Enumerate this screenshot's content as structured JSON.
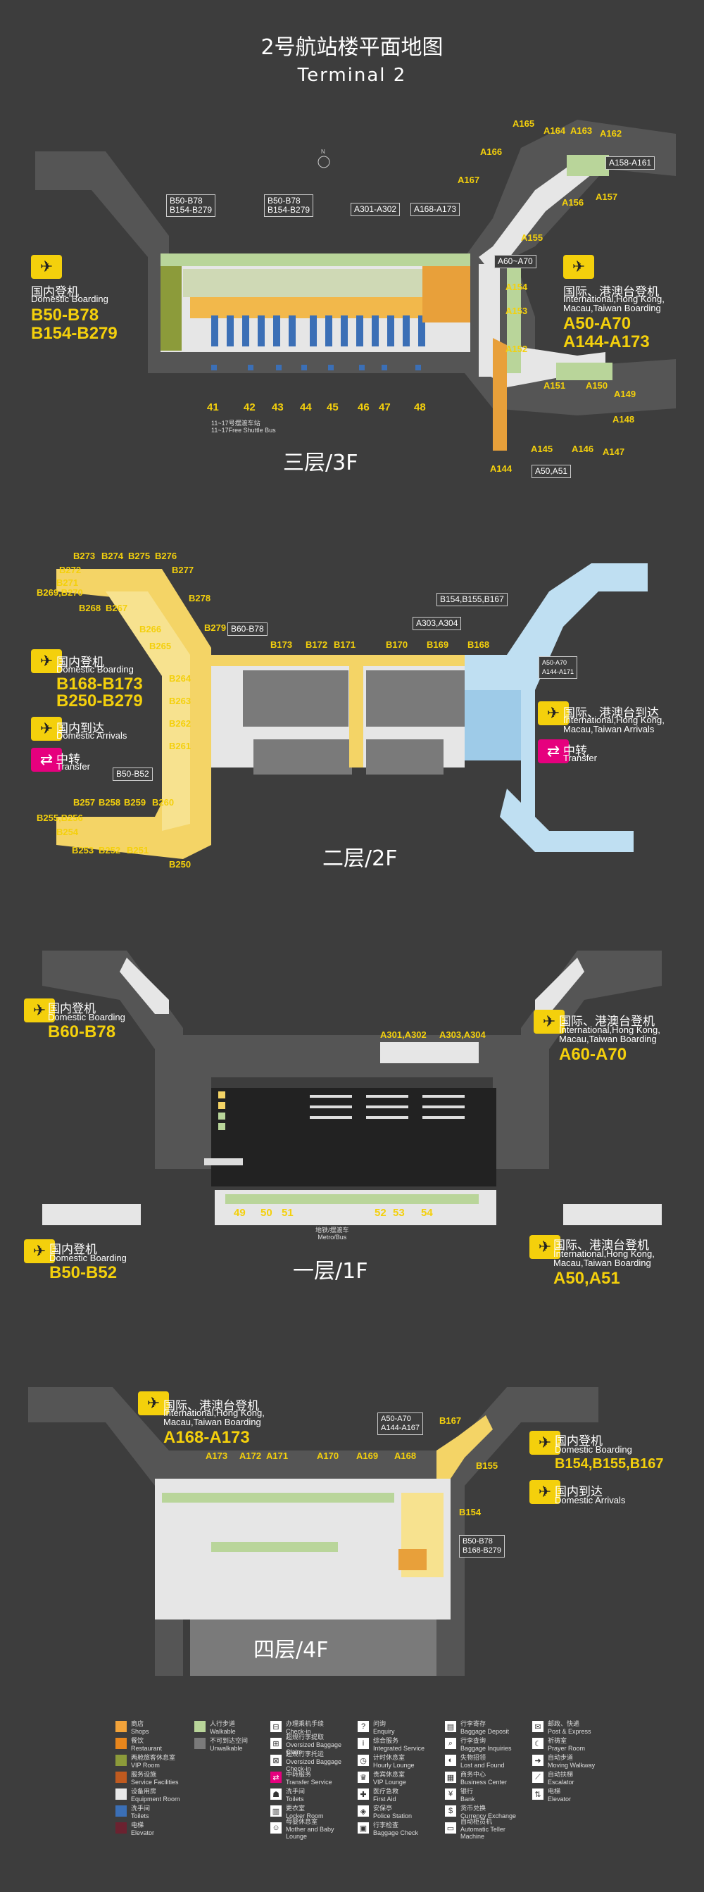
{
  "title": {
    "cn": "2号航站楼平面地图",
    "en": "Terminal 2"
  },
  "floors": {
    "f3": {
      "label": "三层/3F",
      "left_block": {
        "cn": "国内登机",
        "en": "Domestic Boarding",
        "gates": [
          "B50-B78",
          "B154-B279"
        ]
      },
      "right_block": {
        "cn": "国际、港澳台登机",
        "en": [
          "International,Hong Kong,",
          "Macau,Taiwan Boarding"
        ],
        "gates": [
          "A50-A70",
          "A144-A173"
        ]
      },
      "tags": [
        "B50-B78\nB154-B279",
        "B50-B78\nB154-B279",
        "A301-A302",
        "A168-A173",
        "A158-A161",
        "A60~A70",
        "A50,A51"
      ],
      "gates": [
        "A165",
        "A164",
        "A163",
        "A162",
        "A166",
        "A167",
        "A157",
        "A156",
        "A155",
        "A154",
        "A153",
        "A152",
        "A151",
        "A150",
        "A149",
        "A148",
        "A147",
        "A146",
        "A145",
        "A144"
      ],
      "bus_gates": [
        "41",
        "42",
        "43",
        "44",
        "45",
        "46",
        "47",
        "48"
      ],
      "bus_note": "11~17号摆渡车站\n11~17Free Shuttle Bus"
    },
    "f2": {
      "label": "二层/2F",
      "domestic_boarding": {
        "cn": "国内登机",
        "en": "Domestic Boarding",
        "gates": [
          "B168-B173",
          "B250-B279"
        ]
      },
      "domestic_arrivals": {
        "cn": "国内到达",
        "en": "Domestic Arrivals"
      },
      "transfer_left": {
        "cn": "中转",
        "en": "Transfer"
      },
      "intl_arrivals": {
        "cn": "国际、港澳台到达",
        "en": [
          "International,Hong Kong,",
          "Macau,Taiwan Arrivals"
        ]
      },
      "transfer_right": {
        "cn": "中转",
        "en": "Transfer"
      },
      "tags": [
        "B60-B78",
        "B154,B155,B167",
        "A303,A304",
        "B50-B52",
        "A50-A70\nA144-A171"
      ],
      "gates": [
        "B273",
        "B274",
        "B275",
        "B276",
        "B272",
        "B277",
        "B271",
        "B269,B270",
        "B268",
        "B267",
        "B278",
        "B266",
        "B265",
        "B279",
        "B173",
        "B172",
        "B171",
        "B170",
        "B169",
        "B168",
        "B264",
        "B263",
        "B262",
        "B261",
        "B257",
        "B258",
        "B259",
        "B260",
        "B255,B256",
        "B254",
        "B253",
        "B252",
        "B251",
        "B250"
      ]
    },
    "f1": {
      "label": "一层/1F",
      "left_top": {
        "cn": "国内登机",
        "en": "Domestic Boarding",
        "gates": "B60-B78"
      },
      "right_top": {
        "cn": "国际、港澳台登机",
        "en": [
          "International,Hong Kong,",
          "Macau,Taiwan Boarding"
        ],
        "gates": "A60-A70"
      },
      "left_bottom": {
        "cn": "国内登机",
        "en": "Domestic Boarding",
        "gates": "B50-B52"
      },
      "right_bottom": {
        "cn": "国际、港澳台登机",
        "en": [
          "International,Hong Kong,",
          "Macau,Taiwan Boarding"
        ],
        "gates": "A50,A51"
      },
      "gates": [
        "A301,A302",
        "A303,A304"
      ],
      "bus_gates": [
        "49",
        "50",
        "51",
        "52",
        "53",
        "54"
      ],
      "metro": "地铁/摆渡车\nMetro/Bus"
    },
    "f4": {
      "label": "四层/4F",
      "intl": {
        "cn": "国际、港澳台登机",
        "en": [
          "International,Hong Kong,",
          "Macau,Taiwan Boarding"
        ],
        "gates": "A168-A173"
      },
      "domestic": {
        "cn": "国内登机",
        "en": "Domestic Boarding",
        "gates": "B154,B155,B167"
      },
      "arrivals": {
        "cn": "国内到达",
        "en": "Domestic Arrivals"
      },
      "tags": [
        "A50-A70\nA144-A167",
        "B50-B78\nB168-B279"
      ],
      "gates": [
        "A173",
        "A172",
        "A171",
        "A170",
        "A169",
        "A168",
        "B167",
        "B155",
        "B154"
      ]
    }
  },
  "legend": {
    "colors": [
      {
        "cn": "商店",
        "en": "Shops",
        "color": "#f2a33a"
      },
      {
        "cn": "餐饮",
        "en": "Restaurant",
        "color": "#e8861c"
      },
      {
        "cn": "两舱旅客休息室",
        "en": "VIP Room",
        "color": "#8c9b3a"
      },
      {
        "cn": "服务设施",
        "en": "Service Facilities",
        "color": "#c05a1f"
      },
      {
        "cn": "设备用房",
        "en": "Equipment Room",
        "color": "#e9e9e9"
      },
      {
        "cn": "洗手间",
        "en": "Toilets",
        "color": "#3b6fb6"
      },
      {
        "cn": "电梯",
        "en": "Elevator",
        "color": "#6b2230"
      },
      {
        "cn": "人行步道",
        "en": "Walkable",
        "color": "#b9d59a"
      },
      {
        "cn": "不可到达空间",
        "en": "Unwalkable",
        "color": "#7a7a7a"
      }
    ],
    "icons": [
      {
        "cn": "办理乘机手续",
        "en": "Check-in",
        "icon": "check-in-icon"
      },
      {
        "cn": "超规行李提取",
        "en": "Oversized Baggage Claim",
        "icon": "baggage-claim-icon"
      },
      {
        "cn": "超规行李托运",
        "en": "Oversized Baggage Check-in",
        "icon": "baggage-checkin-icon"
      },
      {
        "cn": "中转服务",
        "en": "Transfer Service",
        "icon": "transfer-icon"
      },
      {
        "cn": "洗手间",
        "en": "Toilets",
        "icon": "toilet-icon"
      },
      {
        "cn": "更衣室",
        "en": "Locker Room",
        "icon": "locker-icon"
      },
      {
        "cn": "母婴休息室",
        "en": "Mother and Baby Lounge",
        "icon": "baby-icon"
      },
      {
        "cn": "问询",
        "en": "Enquiry",
        "icon": "enquiry-icon"
      },
      {
        "cn": "综合服务",
        "en": "Integrated Service",
        "icon": "service-icon"
      },
      {
        "cn": "计时休息室",
        "en": "Hourly Lounge",
        "icon": "lounge-icon"
      },
      {
        "cn": "贵宾休息室",
        "en": "VIP Lounge",
        "icon": "vip-icon"
      },
      {
        "cn": "医疗急救",
        "en": "First Aid",
        "icon": "first-aid-icon"
      },
      {
        "cn": "安保亭",
        "en": "Police Station",
        "icon": "police-icon"
      },
      {
        "cn": "行李检查",
        "en": "Baggage Check",
        "icon": "baggage-check-icon"
      },
      {
        "cn": "行李寄存",
        "en": "Baggage Deposit",
        "icon": "deposit-icon"
      },
      {
        "cn": "行李查询",
        "en": "Baggage Inquiries",
        "icon": "inquiry-icon"
      },
      {
        "cn": "失物招领",
        "en": "Lost and Found",
        "icon": "lost-found-icon"
      },
      {
        "cn": "商务中心",
        "en": "Business Center",
        "icon": "business-icon"
      },
      {
        "cn": "银行",
        "en": "Bank",
        "icon": "bank-icon"
      },
      {
        "cn": "货币兑换",
        "en": "Currency Exchange",
        "icon": "currency-icon"
      },
      {
        "cn": "自动柜员机",
        "en": "Automatic Teller Machine",
        "icon": "atm-icon"
      },
      {
        "cn": "邮政、快递",
        "en": "Post & Express",
        "icon": "post-icon"
      },
      {
        "cn": "祈祷室",
        "en": "Prayer Room",
        "icon": "prayer-icon"
      },
      {
        "cn": "自动步道",
        "en": "Moving Walkway",
        "icon": "walkway-icon"
      },
      {
        "cn": "自动扶梯",
        "en": "Escalator",
        "icon": "escalator-icon"
      },
      {
        "cn": "电梯",
        "en": "Elevator",
        "icon": "elevator-icon"
      }
    ]
  }
}
